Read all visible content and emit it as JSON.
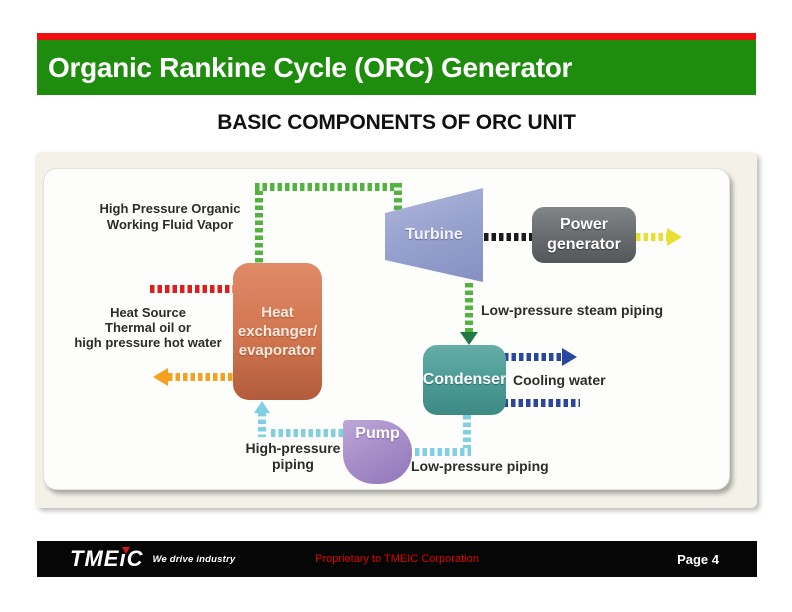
{
  "slide": {
    "accent_red": "#ee1010",
    "header_green": "#1e8c0c",
    "title": "Organic Rankine Cycle (ORC) Generator",
    "subtitle": "BASIC COMPONENTS OF ORC UNIT"
  },
  "diagram": {
    "components": {
      "turbine": "Turbine",
      "power_generator": [
        "Power",
        "generator"
      ],
      "heat_exchanger": [
        "Heat",
        "exchanger/",
        "evaporator"
      ],
      "condenser": "Condenser",
      "pump": "Pump"
    },
    "labels": {
      "vapor": [
        "High Pressure Organic",
        "Working Fluid Vapor"
      ],
      "heat_source": [
        "Heat Source",
        "Thermal oil or",
        "high pressure hot water"
      ],
      "low_pressure_steam": "Low-pressure steam piping",
      "cooling_water": "Cooling water",
      "high_pressure_piping": [
        "High-pressure",
        "piping"
      ],
      "low_pressure_piping": "Low-pressure piping"
    },
    "colors": {
      "pipe_green": "#52b33e",
      "arrow_green_dark": "#1f7a44",
      "pipe_red": "#e01d1d",
      "pipe_orange": "#f5a11f",
      "pipe_cyan": "#7fd0e2",
      "pipe_blue": "#2a47a0",
      "pipe_yellow": "#e7e032",
      "pipe_black": "#1c1c1c"
    }
  },
  "footer": {
    "logo_pre": "TME",
    "logo_i": "ı",
    "logo_post": "C",
    "tagline": "We drive industry",
    "proprietary": "Proprietary to TMEIC Corporation",
    "page": "Page 4"
  }
}
